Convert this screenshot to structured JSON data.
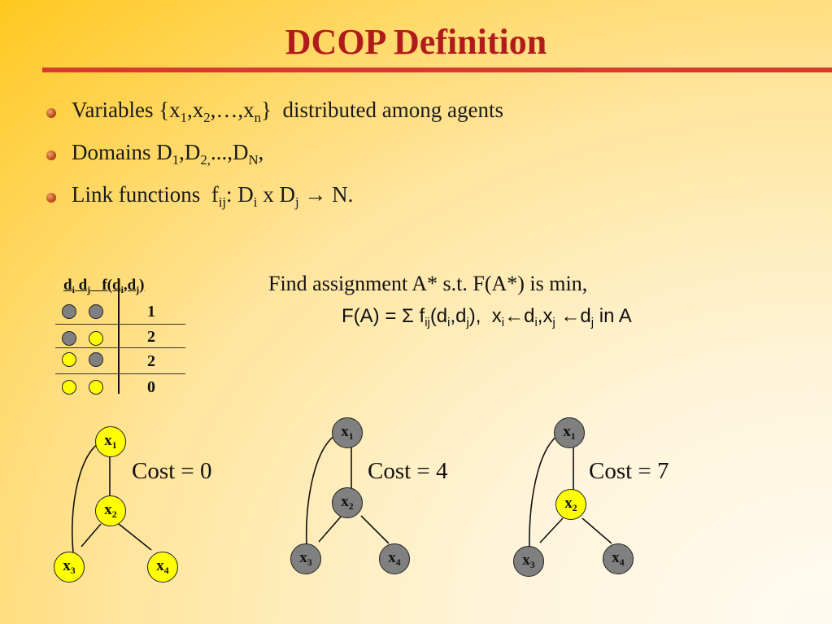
{
  "title": "DCOP Definition",
  "bullets": [
    {
      "parts": [
        "Variables {x",
        "1",
        ",x",
        "2",
        ",…,x",
        "n",
        "}  distributed among agents"
      ]
    },
    {
      "parts": [
        "Domains D",
        "1",
        ",D",
        "2,",
        "...,D",
        "N",
        ","
      ]
    },
    {
      "parts": [
        "Link functions  f",
        "ij",
        ": D",
        "i",
        " x D",
        "j",
        " → N."
      ]
    }
  ],
  "table": {
    "header_parts": [
      "d",
      "i",
      " d",
      "j",
      "   f(d",
      "i",
      ",d",
      "j",
      ")"
    ],
    "rows": [
      {
        "di": "gray",
        "dj": "gray",
        "value": "1"
      },
      {
        "di": "gray",
        "dj": "yellow",
        "value": "2"
      },
      {
        "di": "yellow",
        "dj": "gray",
        "value": "2"
      },
      {
        "di": "yellow",
        "dj": "yellow",
        "value": "0"
      }
    ]
  },
  "find_text": "Find assignment A* s.t. F(A*) is min,",
  "formula_parts": [
    "F(A) = Σ f",
    "ij",
    "(d",
    "i",
    ",d",
    "j",
    "),  x",
    "i",
    "←d",
    "i",
    ",x",
    "j",
    " ←d",
    "j",
    " in A"
  ],
  "graphs": [
    {
      "cost": "Cost = 0",
      "nodes": [
        {
          "label": "x",
          "sub": "1",
          "color": "yellow"
        },
        {
          "label": "x",
          "sub": "2",
          "color": "yellow"
        },
        {
          "label": "x",
          "sub": "3",
          "color": "yellow"
        },
        {
          "label": "x",
          "sub": "4",
          "color": "yellow"
        }
      ]
    },
    {
      "cost": "Cost = 4",
      "nodes": [
        {
          "label": "x",
          "sub": "1",
          "color": "gray"
        },
        {
          "label": "x",
          "sub": "2",
          "color": "gray"
        },
        {
          "label": "x",
          "sub": "3",
          "color": "gray"
        },
        {
          "label": "x",
          "sub": "4",
          "color": "gray"
        }
      ]
    },
    {
      "cost": "Cost = 7",
      "nodes": [
        {
          "label": "x",
          "sub": "1",
          "color": "gray"
        },
        {
          "label": "x",
          "sub": "2",
          "color": "yellow"
        },
        {
          "label": "x",
          "sub": "3",
          "color": "gray"
        },
        {
          "label": "x",
          "sub": "4",
          "color": "gray"
        }
      ]
    }
  ],
  "colors": {
    "gray": "#808080",
    "yellow": "#ffff00",
    "title": "#b01b1b",
    "rule": "#d93a30"
  }
}
